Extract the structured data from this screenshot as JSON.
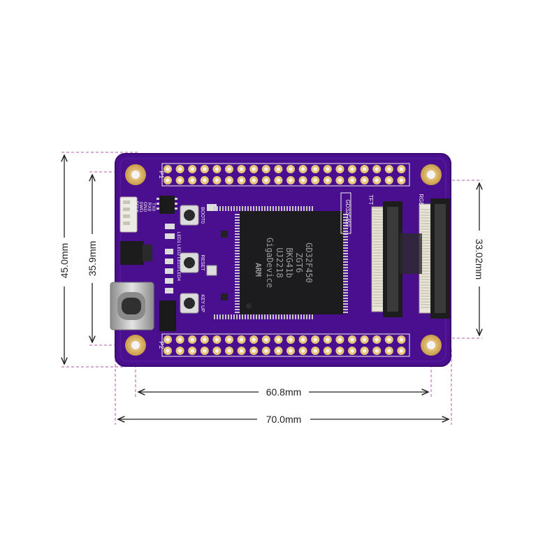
{
  "dimensions": {
    "height_outer": "45.0mm",
    "height_inner": "35.9mm",
    "height_right": "33.02mm",
    "width_inner": "60.8mm",
    "width_outer": "70.0mm"
  },
  "silkscreen": {
    "header_top": "P1",
    "header_bottom": "P2",
    "uart_pins": [
      "TX0",
      "RX0",
      "GND",
      "SWD",
      "SCLK",
      "5V"
    ],
    "button_boot": "BOOT0",
    "button_reset": "RESET",
    "button_key": "KEY UP",
    "leds": [
      "LED1",
      "LED2",
      "LED3",
      "LED4"
    ],
    "mcu_label": "GD32F450",
    "connector_tft": "TFT",
    "connector_rgb": "RGB"
  },
  "chip": {
    "lines": [
      "GD32F450",
      "ZGT6",
      "BKG41b",
      "UJ2218",
      "GigaDevice"
    ],
    "arm": "ARM"
  },
  "colors": {
    "pcb": "#4a0f8f",
    "pcb_edge": "#3a0a72",
    "pad_gold": "#e9c77a",
    "chip_body": "#1c1c1e",
    "dim_line": "#222222",
    "guide_dash": "#b05ab0"
  }
}
